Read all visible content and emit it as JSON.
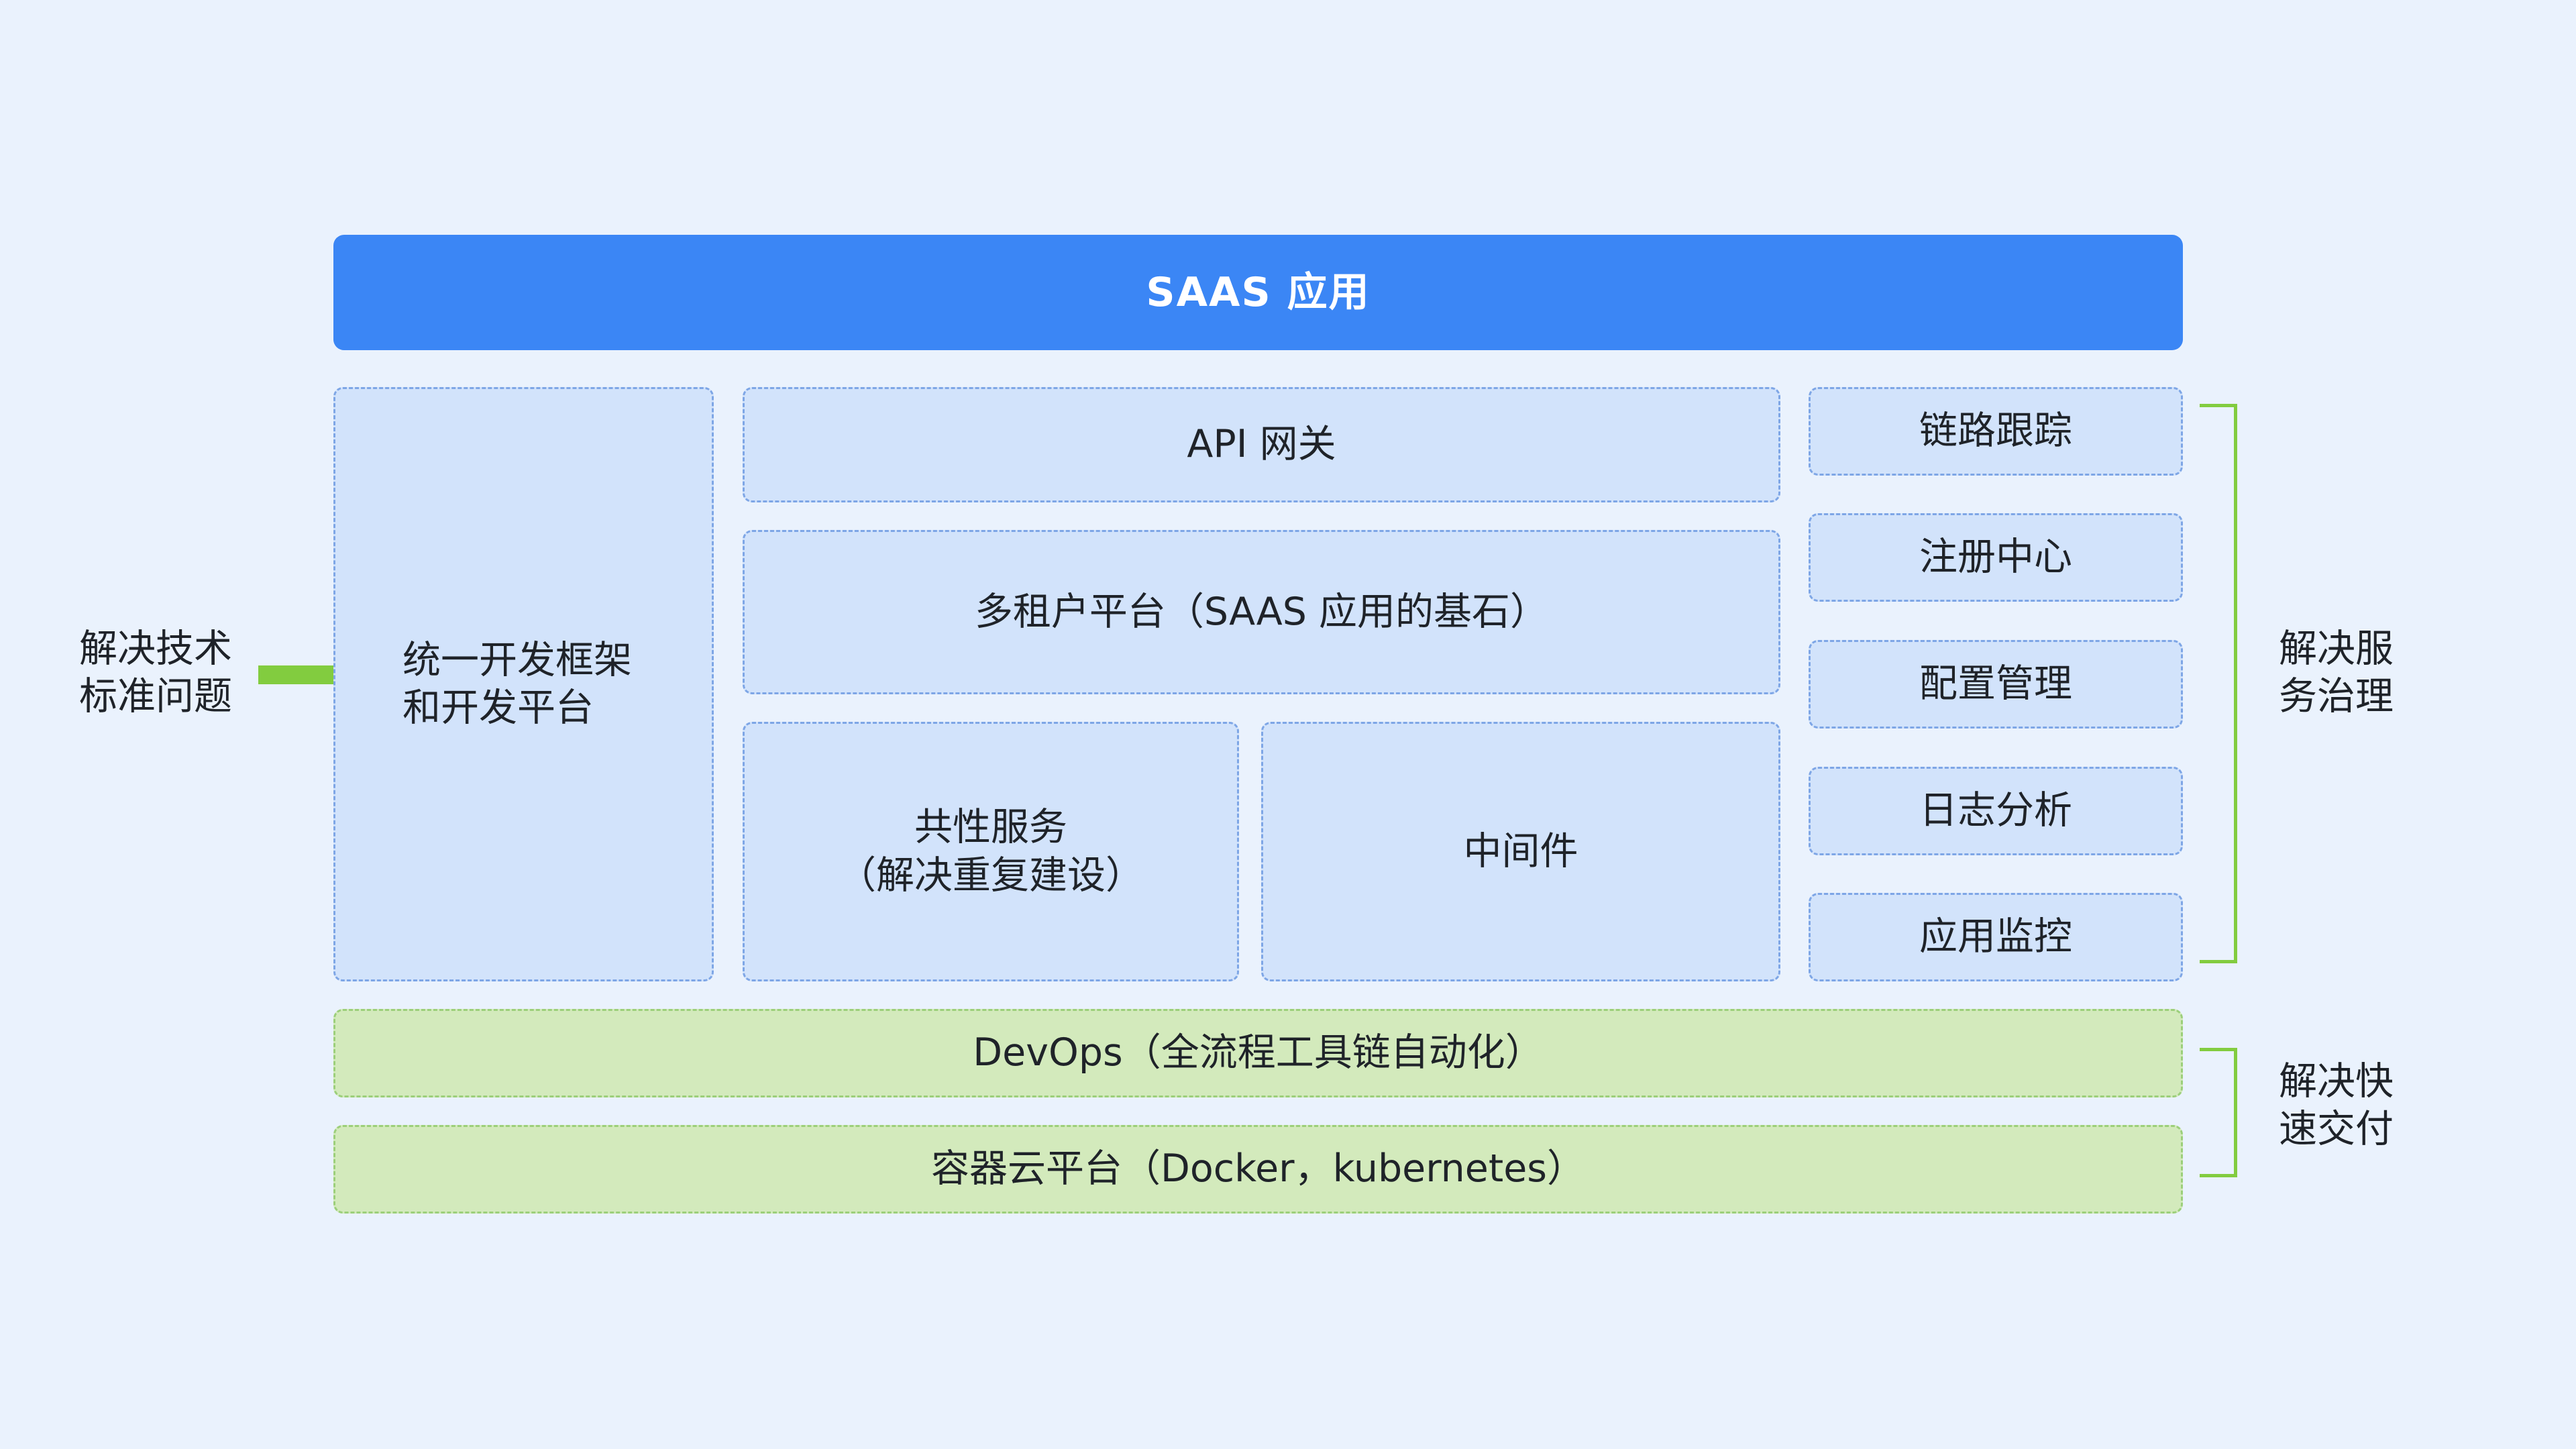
{
  "top_bar": {
    "label": "SAAS 应用"
  },
  "left_annotation": {
    "line1": "解决技术",
    "line2": "标准问题"
  },
  "framework_box": {
    "line1": "统一开发框架",
    "line2": "和开发平台"
  },
  "api_gateway": {
    "label": "API 网关"
  },
  "multi_tenant": {
    "label": "多租户平台（SAAS 应用的基石）"
  },
  "common_services": {
    "line1": "共性服务",
    "line2": "（解决重复建设）"
  },
  "middleware": {
    "label": "中间件"
  },
  "governance_items": [
    {
      "label": "链路跟踪"
    },
    {
      "label": "注册中心"
    },
    {
      "label": "配置管理"
    },
    {
      "label": "日志分析"
    },
    {
      "label": "应用监控"
    }
  ],
  "governance_annotation": {
    "line1": "解决服",
    "line2": "务治理"
  },
  "devops": {
    "label": "DevOps（全流程工具链自动化）"
  },
  "container": {
    "label": "容器云平台（Docker，kubernetes）"
  },
  "delivery_annotation": {
    "line1": "解决快",
    "line2": "速交付"
  },
  "colors": {
    "background": "#eaf2fd",
    "primary_blue": "#3b86f5",
    "light_blue_box": "#d2e3fb",
    "light_green_box": "#d3eabc",
    "accent_green": "#82cc3f"
  }
}
